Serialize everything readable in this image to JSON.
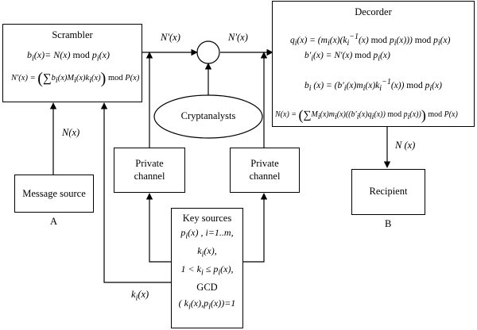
{
  "scrambler": {
    "title": "Scrambler",
    "eq1": "b_i(x)= N(x) mod p_i(x)",
    "eq2": "N'(x) = (Σ_{i=1}^{n} b_i(x) M_i(x) k_i(x)) mod P(x)"
  },
  "decorder": {
    "title": "Decorder",
    "eq1": "q_i(x) = (m_i(x)(k_i^{-1}(x) mod p_i(x))) mod p_i(x)",
    "eq2": "b'_i(x) = N'(x) mod p_i(x)",
    "eq3": "b_i(x) = (b'_i(x) m_i(x) k_i^{-1}(x)) mod p_i(x)",
    "eq4": "N(x) = (Σ_{i=1}^{n} M_i(x) m_i(x)((b'_i(x) q_i(x)) mod p_i(x))) mod P(x)"
  },
  "message_source": {
    "label": "Message source",
    "tag": "A"
  },
  "recipient": {
    "label": "Recipient",
    "tag": "B"
  },
  "private_channel_left": {
    "line1": "Private",
    "line2": "channel"
  },
  "private_channel_right": {
    "line1": "Private",
    "line2": "channel"
  },
  "cryptanalysts": {
    "label": "Cryptanalysts"
  },
  "key_sources": {
    "title": "Key sources",
    "line1": "p_i(x) , i=1..m,",
    "line2": "k_i(x),",
    "line3": "1 < k_i ≤ p_i(x),",
    "line4": "GCD",
    "line5": "( k_i(x),p_i(x))=1"
  },
  "arrow_labels": {
    "nx_left": "N(x)",
    "nprime_left": "N'(x)",
    "nprime_right": "N'(x)",
    "nx_right": "N (x)",
    "kx": "k_i(x)"
  }
}
